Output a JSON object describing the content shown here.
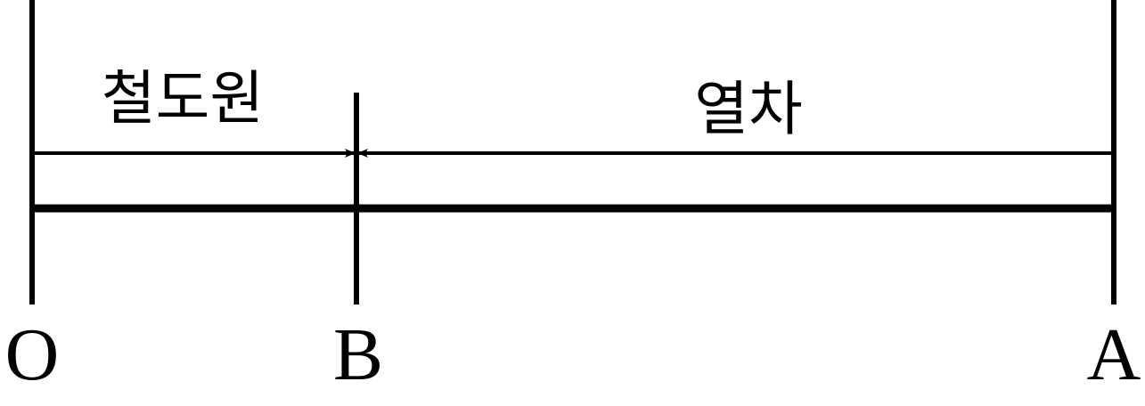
{
  "labels": {
    "segment_ob": "철도원",
    "segment_ba": "열차"
  },
  "points": {
    "o": "O",
    "b": "B",
    "a": "A"
  },
  "colors": {
    "ink": "#000000",
    "background": "#ffffff"
  }
}
